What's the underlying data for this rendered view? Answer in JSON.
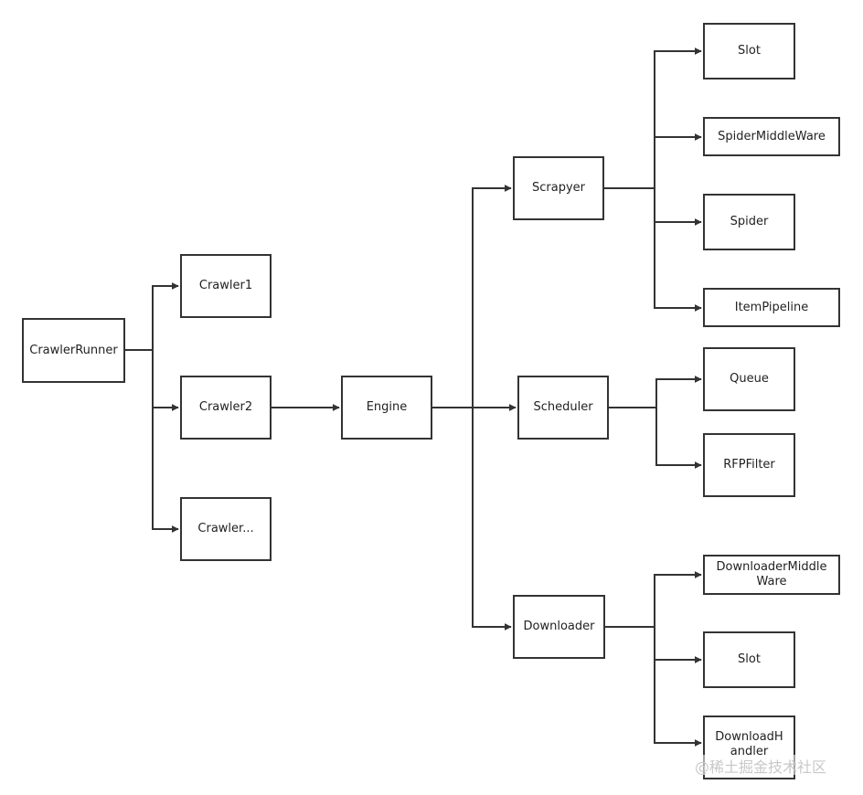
{
  "diagram": {
    "nodes": {
      "crawler_runner": "CrawlerRunner",
      "crawler1": "Crawler1",
      "crawler2": "Crawler2",
      "crawler3": "Crawler...",
      "engine": "Engine",
      "scrapyer": "Scrapyer",
      "scheduler": "Scheduler",
      "downloader": "Downloader",
      "slot_a": "Slot",
      "spider_middleware": "SpiderMiddleWare",
      "spider": "Spider",
      "item_pipeline": "ItemPipeline",
      "queue": "Queue",
      "rfp_filter": "RFPFilter",
      "downloader_middleware_l1": "DownloaderMiddle",
      "downloader_middleware_l2": "Ware",
      "slot_b": "Slot",
      "download_handler_l1": "DownloadH",
      "download_handler_l2": "andler"
    },
    "edges": [
      [
        "CrawlerRunner",
        "Crawler1"
      ],
      [
        "CrawlerRunner",
        "Crawler2"
      ],
      [
        "CrawlerRunner",
        "Crawler..."
      ],
      [
        "Crawler2",
        "Engine"
      ],
      [
        "Engine",
        "Scrapyer"
      ],
      [
        "Engine",
        "Scheduler"
      ],
      [
        "Engine",
        "Downloader"
      ],
      [
        "Scrapyer",
        "Slot"
      ],
      [
        "Scrapyer",
        "SpiderMiddleWare"
      ],
      [
        "Scrapyer",
        "Spider"
      ],
      [
        "Scrapyer",
        "ItemPipeline"
      ],
      [
        "Scheduler",
        "Queue"
      ],
      [
        "Scheduler",
        "RFPFilter"
      ],
      [
        "Downloader",
        "DownloaderMiddleWare"
      ],
      [
        "Downloader",
        "Slot"
      ],
      [
        "Downloader",
        "DownloadHandler"
      ]
    ],
    "colors": {
      "line": "#333333",
      "box_border": "#333333",
      "text": "#222222",
      "watermark": "#c8c8c8"
    }
  },
  "watermark": "@稀土掘金技术社区"
}
